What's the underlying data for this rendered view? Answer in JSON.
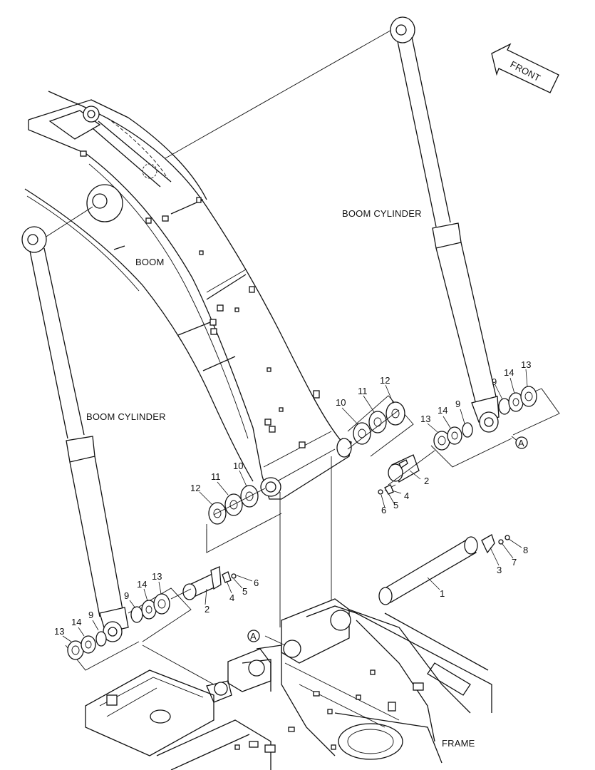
{
  "labels": {
    "front": "FRONT",
    "boom": "BOOM",
    "boom_cylinder_right": "BOOM CYLINDER",
    "boom_cylinder_left": "BOOM CYLINDER",
    "frame": "FRAME",
    "ref_a_1": "A",
    "ref_a_2": "A"
  },
  "callouts": {
    "c12a": "12",
    "c11a": "11",
    "c10a": "10",
    "c12b": "12",
    "c11b": "11",
    "c10b": "10",
    "c13a": "13",
    "c14a": "14",
    "c9a": "9",
    "c13b": "13",
    "c14b": "14",
    "c9b": "9",
    "c13c": "13",
    "c14c": "14",
    "c9c": "9",
    "c13d": "13",
    "c14d": "14",
    "c9d": "9",
    "c2a": "2",
    "c4a": "4",
    "c5a": "5",
    "c6a": "6",
    "c2b": "2",
    "c4b": "4",
    "c5b": "5",
    "c6b": "6",
    "c1": "1",
    "c3": "3",
    "c7": "7",
    "c8": "8"
  }
}
